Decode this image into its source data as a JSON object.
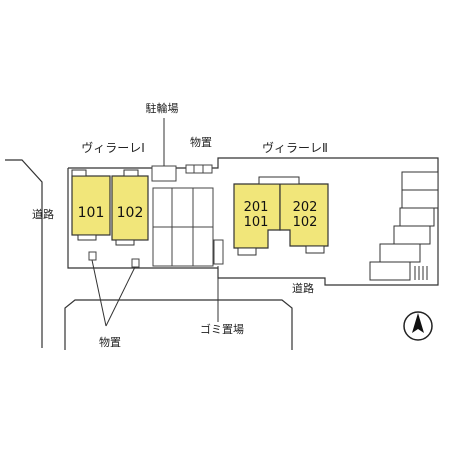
{
  "buildings": {
    "villa_1": {
      "name": "ヴィラーレⅠ",
      "units": [
        "101",
        "102"
      ]
    },
    "villa_2": {
      "name": "ヴィラーレⅡ",
      "unit_a_upper": "201",
      "unit_a_lower": "101",
      "unit_b_upper": "202",
      "unit_b_lower": "102"
    }
  },
  "labels": {
    "bicycle_parking": "駐輪場",
    "storage_top": "物置",
    "storage_bottom": "物置",
    "garbage": "ゴミ置場",
    "road_left": "道路",
    "road_bottom": "道路"
  },
  "colors": {
    "unit_fill": "#f1e67a",
    "line": "#333333",
    "background": "#ffffff"
  },
  "compass": {
    "icon": "north-arrow-icon"
  }
}
